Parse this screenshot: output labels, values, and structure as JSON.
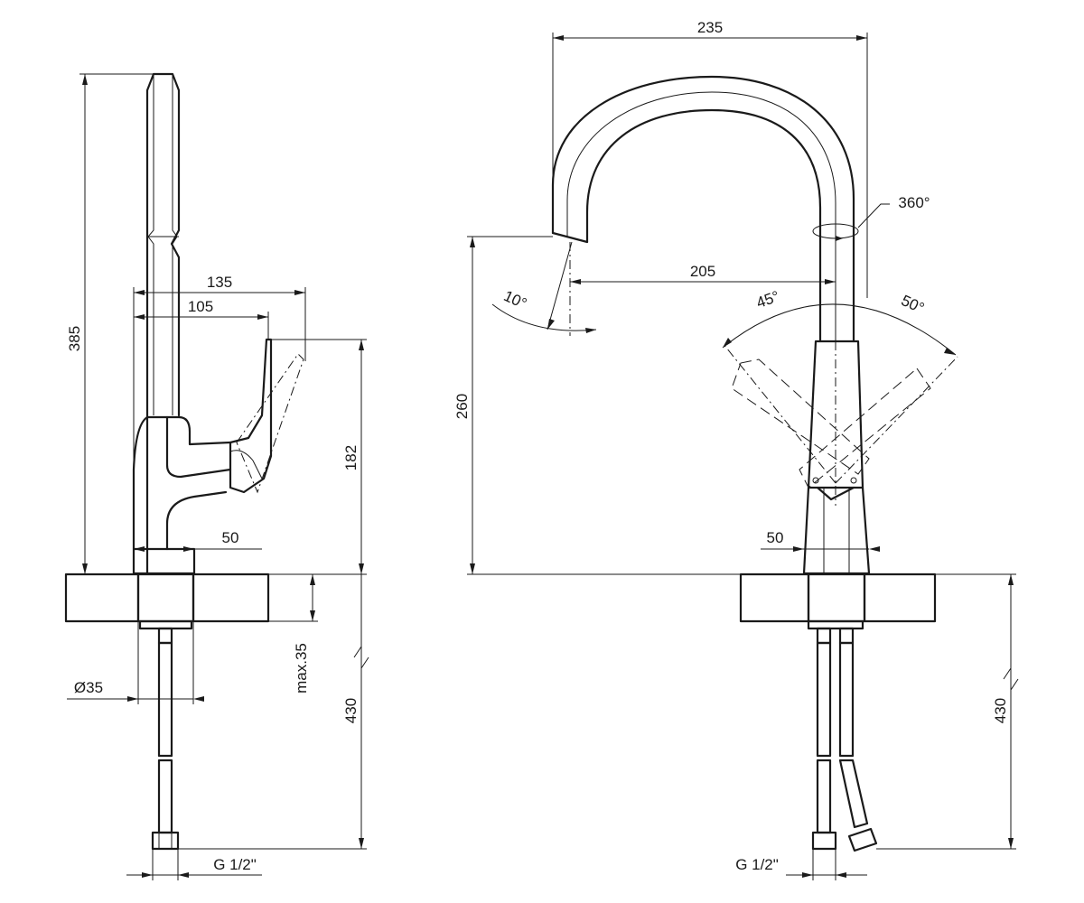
{
  "drawing": {
    "side_view": {
      "height_total": "385",
      "lever_reach_outer": "135",
      "lever_reach_inner": "105",
      "lever_height": "182",
      "base_width": "50",
      "thread_diameter": "Ø35",
      "max_countertop": "max.35",
      "hose_length": "430",
      "connection": "G 1/2\""
    },
    "front_view": {
      "spout_width": "235",
      "swivel": "360°",
      "spout_reach": "205",
      "spout_angle": "10°",
      "lever_angle_left": "45°",
      "lever_angle_right": "50°",
      "spout_height": "260",
      "base_width": "50",
      "hose_length": "430",
      "connection": "G 1/2\""
    }
  }
}
